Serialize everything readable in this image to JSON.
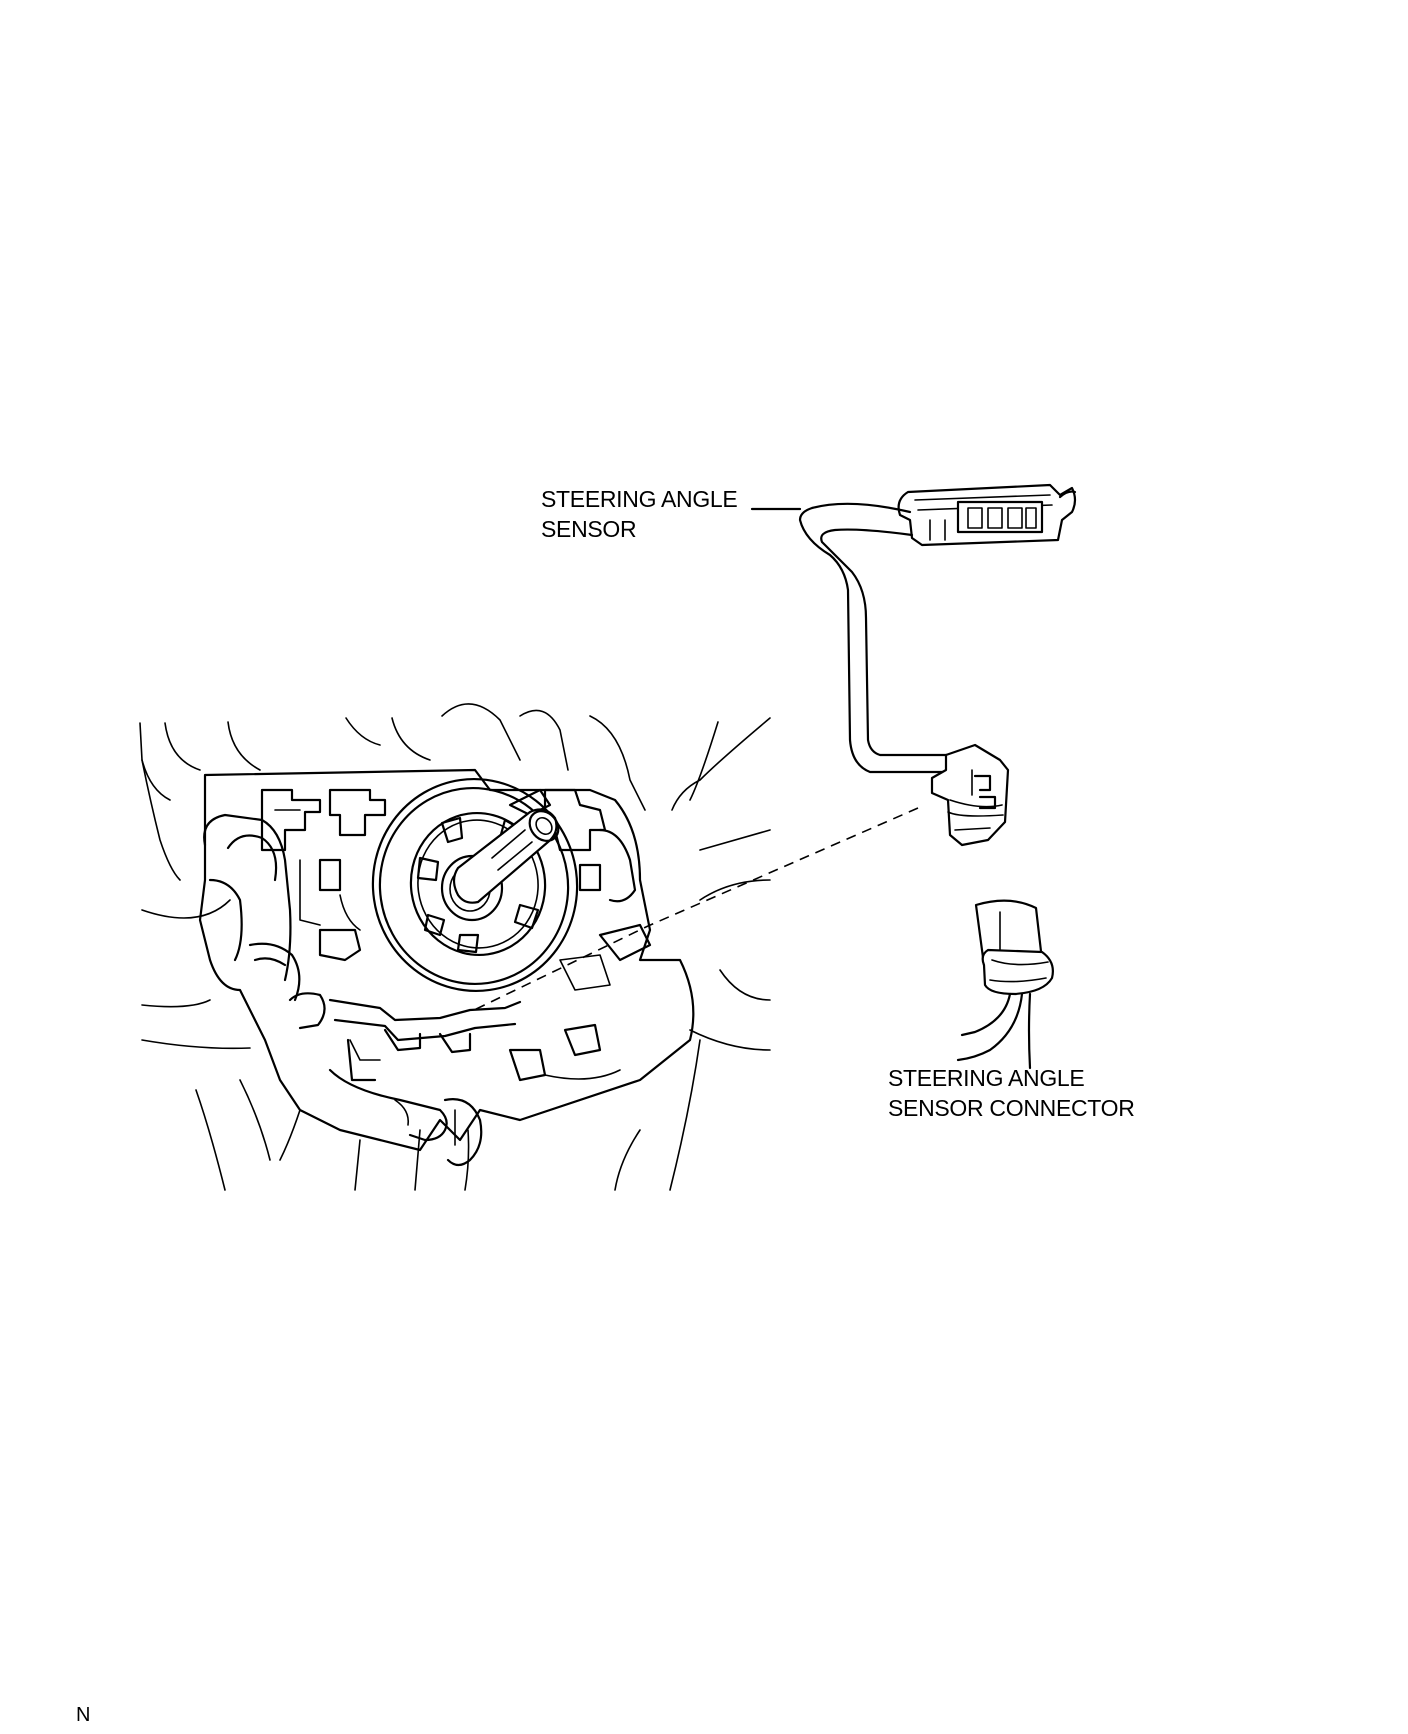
{
  "labels": {
    "sensor_line1": "STEERING ANGLE",
    "sensor_line2": "SENSOR",
    "connector_line1": "STEERING ANGLE",
    "connector_line2": "SENSOR CONNECTOR",
    "reference": "N"
  },
  "icons": [
    "steering-column-illustration",
    "steering-angle-sensor-icon",
    "sensor-connector-icon",
    "vehicle-connector-icon"
  ]
}
